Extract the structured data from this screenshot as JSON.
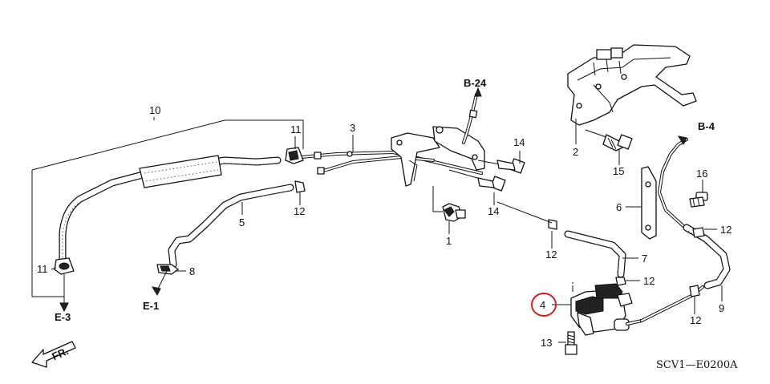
{
  "diagram": {
    "code": "SCV1—E0200A",
    "callouts": [
      {
        "id": "c1",
        "text": "1"
      },
      {
        "id": "c2",
        "text": "2"
      },
      {
        "id": "c3",
        "text": "3"
      },
      {
        "id": "c4",
        "text": "4"
      },
      {
        "id": "c5",
        "text": "5"
      },
      {
        "id": "c6",
        "text": "6"
      },
      {
        "id": "c7",
        "text": "7"
      },
      {
        "id": "c8",
        "text": "8"
      },
      {
        "id": "c9",
        "text": "9"
      },
      {
        "id": "c10",
        "text": "10"
      },
      {
        "id": "c11a",
        "text": "11"
      },
      {
        "id": "c11b",
        "text": "11"
      },
      {
        "id": "c12a",
        "text": "12"
      },
      {
        "id": "c12b",
        "text": "12"
      },
      {
        "id": "c12c",
        "text": "12"
      },
      {
        "id": "c12d",
        "text": "12"
      },
      {
        "id": "c12e",
        "text": "12"
      },
      {
        "id": "c13",
        "text": "13"
      },
      {
        "id": "c14a",
        "text": "14"
      },
      {
        "id": "c14b",
        "text": "14"
      },
      {
        "id": "c15",
        "text": "15"
      },
      {
        "id": "c16",
        "text": "16"
      }
    ],
    "refs": {
      "b24": "B-24",
      "b4": "B-4",
      "e1": "E-1",
      "e3": "E-3",
      "fr": "FR."
    },
    "highlight_color": "#d42020"
  }
}
